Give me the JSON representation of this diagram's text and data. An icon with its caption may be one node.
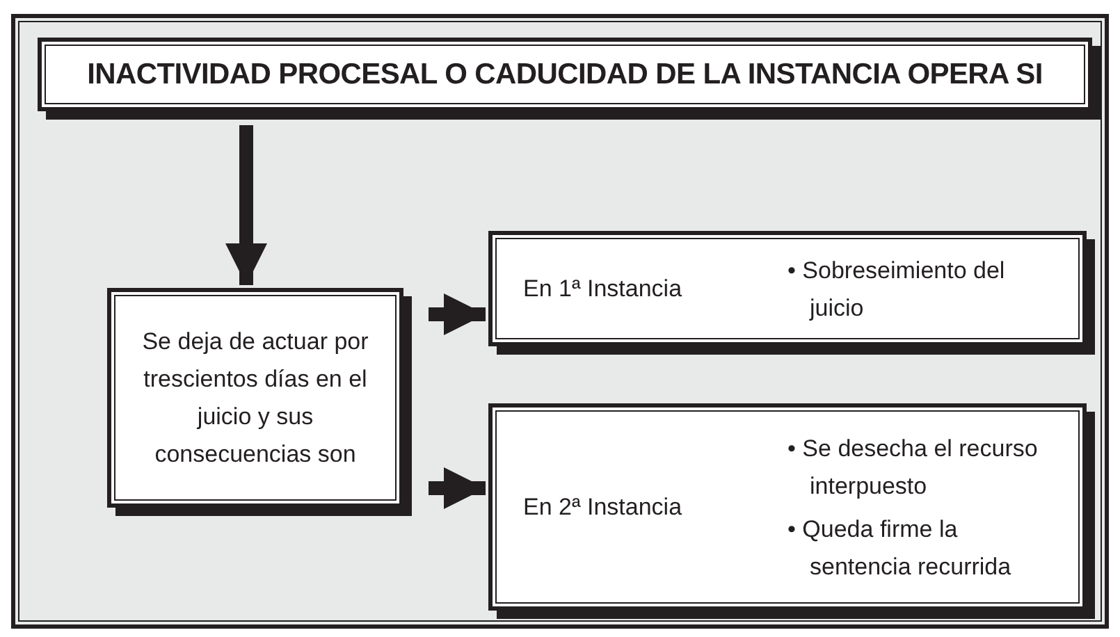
{
  "diagram": {
    "nodes": [
      {
        "text": [
          "INACTIVIDAD PROCESAL O CADUCIDAD DE LA INSTANCIA OPERA SI"
        ]
      },
      {
        "text": [
          "Se deja de actuar por trescientos días en el juicio y sus consecuencias son"
        ]
      },
      {
        "text": [
          "En 1ª Instancia",
          "• Sobreseimiento del juicio"
        ]
      },
      {
        "text": [
          "En 2ª Instancia",
          "• Se desecha el recurso interpuesto",
          "• Queda firme la sentencia recurrida"
        ]
      }
    ],
    "edges": [
      {
        "from": 0,
        "to": 1,
        "arrow": "to"
      },
      {
        "from": 1,
        "to": 2,
        "arrow": "to"
      },
      {
        "from": 1,
        "to": 3,
        "arrow": "to"
      }
    ]
  }
}
